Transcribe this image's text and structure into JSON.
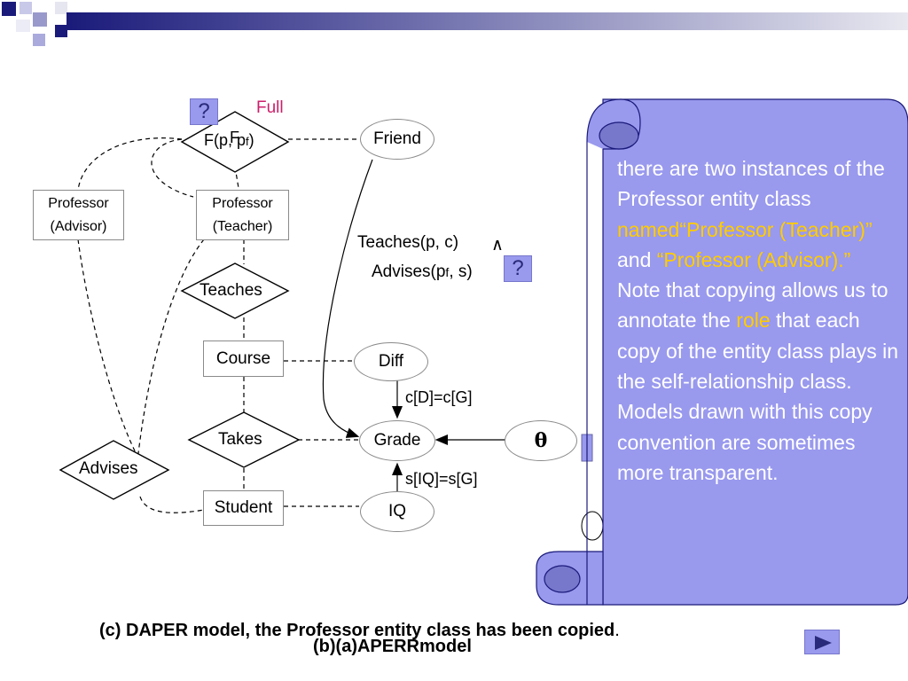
{
  "diagram": {
    "full_label": "Full",
    "question_mark": "?",
    "f_node_label": "F(p",
    "f_node_overlap": "F",
    "f_node_sub": "f",
    "f_node_tail": ", p",
    "f_node_sub2": "f",
    "f_node_end": ")",
    "friend_label": "Friend",
    "professor_advisor_line1": "Professor",
    "professor_advisor_line2": "(Advisor)",
    "professor_teacher_line1": "Professor",
    "professor_teacher_line2": "(Teacher)",
    "teaches_label": "Teaches",
    "course_label": "Course",
    "diff_label": "Diff",
    "takes_label": "Takes",
    "grade_label": "Grade",
    "advises_label": "Advises",
    "student_label": "Student",
    "iq_label": "IQ",
    "theta_label": "θ",
    "constraint_cd": "c[D]=c[G]",
    "constraint_siq": "s[IQ]=s[G]",
    "condition_line1": "Teaches(p, c)",
    "condition_and": "∧",
    "condition_line2a": "Advises(p",
    "condition_line2sub": "f",
    "condition_line2b": ", s)"
  },
  "callout": {
    "text_part1": "there are two instances of the Professor entity class ",
    "highlight1": "named“Professor (Teacher)”",
    "text_part2": " and ",
    "highlight2": "“Professor (Advisor).”",
    "text_part3": " Note that copying allows us to annotate the ",
    "highlight3": "role",
    "text_part4": " that each copy of the entity class plays in the self-relationship class. Models drawn with this copy convention are sometimes more transparent."
  },
  "captions": {
    "caption_c": "(c) DAPER model, the Professor entity class has been copied",
    "caption_c_period": ".",
    "caption_b_overlap": "(b)(a)APERRmodel"
  },
  "colors": {
    "scroll_fill": "#9999ee",
    "highlight": "#ffcc00",
    "full_label": "#cc1f6a",
    "accent_blue": "#1a1a7a"
  }
}
